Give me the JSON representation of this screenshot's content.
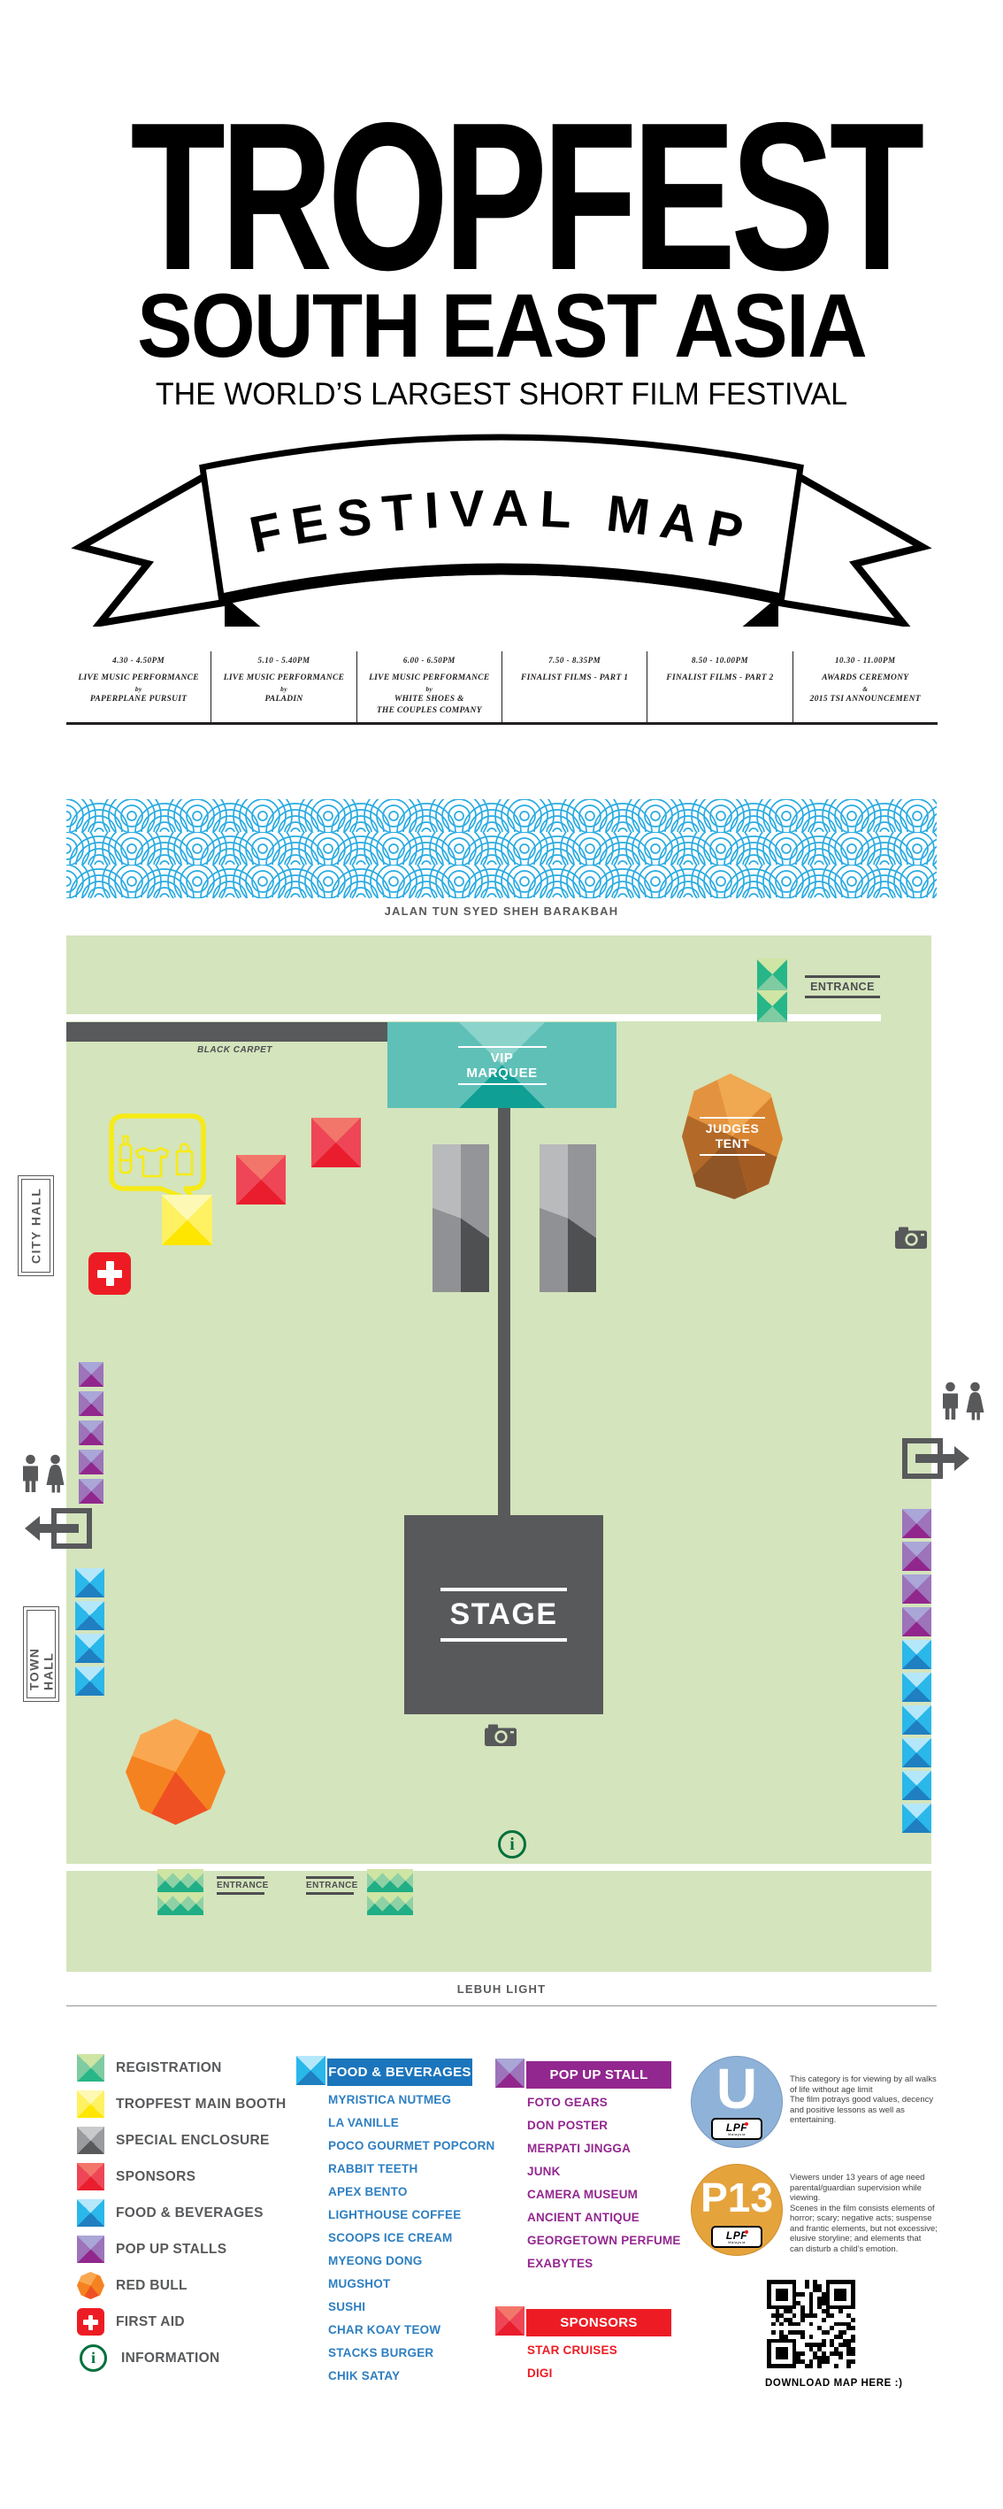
{
  "header": {
    "title": "TROPFEST",
    "subtitle": "SOUTH EAST ASIA",
    "tagline": "THE WORLD’S LARGEST SHORT FILM FESTIVAL"
  },
  "ribbon": {
    "label": "FESTIVAL MAP"
  },
  "schedule": [
    {
      "time": "4.30 - 4.50PM",
      "lines": [
        "LIVE MUSIC PERFORMANCE",
        "by",
        "PAPERPLANE PURSUIT"
      ]
    },
    {
      "time": "5.10 - 5.40PM",
      "lines": [
        "LIVE MUSIC PERFORMANCE",
        "by",
        "PALADIN"
      ]
    },
    {
      "time": "6.00 - 6.50PM",
      "lines": [
        "LIVE MUSIC PERFORMANCE",
        "by",
        "WHITE SHOES &",
        "THE COUPLES COMPANY"
      ]
    },
    {
      "time": "7.50 - 8.35PM",
      "lines": [
        "FINALIST FILMS - PART 1"
      ]
    },
    {
      "time": "8.50 - 10.00PM",
      "lines": [
        "FINALIST FILMS - PART 2"
      ]
    },
    {
      "time": "10.30 - 11.00PM",
      "lines": [
        "AWARDS CEREMONY",
        "&",
        "2015 TSI ANNOUNCEMENT"
      ]
    }
  ],
  "streets": {
    "top": "JALAN TUN SYED SHEH BARAKBAH",
    "bottom": "LEBUH LIGHT"
  },
  "map": {
    "black_carpet": "BLACK CARPET",
    "vip": "VIP MARQUEE",
    "judges": "JUDGES TENT",
    "stage": "STAGE",
    "entrance": "ENTRANCE",
    "city_hall": "CITY HALL",
    "town_hall": "TOWN HALL"
  },
  "icons": {
    "info_glyph": "i"
  },
  "legend": [
    {
      "type": "green",
      "label": "REGISTRATION"
    },
    {
      "type": "yellow",
      "label": "TROPFEST MAIN BOOTH"
    },
    {
      "type": "gray",
      "label": "SPECIAL ENCLOSURE"
    },
    {
      "type": "red",
      "label": "SPONSORS"
    },
    {
      "type": "blue",
      "label": "FOOD & BEVERAGES"
    },
    {
      "type": "purple",
      "label": "POP UP STALLS"
    },
    {
      "type": "redbull",
      "label": "RED BULL"
    },
    {
      "type": "firstaid",
      "label": "FIRST AID"
    },
    {
      "type": "info",
      "label": "INFORMATION"
    }
  ],
  "fnb": {
    "header": "FOOD & BEVERAGES",
    "items": [
      "MYRISTICA NUTMEG",
      "LA VANILLE",
      "POCO GOURMET POPCORN",
      "RABBIT TEETH",
      "APEX BENTO",
      "LIGHTHOUSE COFFEE",
      "SCOOPS ICE CREAM",
      "MYEONG DONG",
      "MUGSHOT",
      "SUSHI",
      "CHAR KOAY TEOW",
      "STACKS BURGER",
      "CHIK SATAY"
    ]
  },
  "popup": {
    "header": "POP UP STALL",
    "items": [
      "FOTO GEARS",
      "DON POSTER",
      "MERPATI JINGGA",
      "JUNK",
      "CAMERA MUSEUM",
      "ANCIENT ANTIQUE",
      "GEORGETOWN PERFUME",
      "EXABYTES"
    ]
  },
  "sponsors": {
    "header": "SPONSORS",
    "items": [
      "STAR CRUISES",
      "DIGI"
    ]
  },
  "ratings": [
    {
      "code": "U",
      "badge": "LPF",
      "badge_sub": "Malaysia",
      "text": "This category is for viewing by all walks\nof life without  age limit\nThe film potrays  good values, decency\nand  positive lessons as well as\nentertaining."
    },
    {
      "code": "P13",
      "badge": "LPF",
      "badge_sub": "Malaysia",
      "text": "Viewers under 13 years of age need\nparental/guardian supervision while\nviewing.\nScenes in the film  consists elements of\nhorror; scary; negative acts; suspense\nand frantic  elements, but not excessive;\nelusive storyline; and  elements that\ncan disturb a child’s emotion."
    }
  ],
  "qr_label": "DOWNLOAD MAP HERE :)",
  "colors": {
    "map_green": "#d4e4bc",
    "dark": "#58595b",
    "wave": "#29abe2",
    "blue": "#1b75bc",
    "purple": "#92278f",
    "red": "#ed1c24",
    "teal": "#14a096",
    "orange": "#f58220",
    "info_green": "#00703c",
    "u_blue": "#8fb2d8",
    "p13_orange": "#e5a33c",
    "yellow": "#f6eb16"
  }
}
